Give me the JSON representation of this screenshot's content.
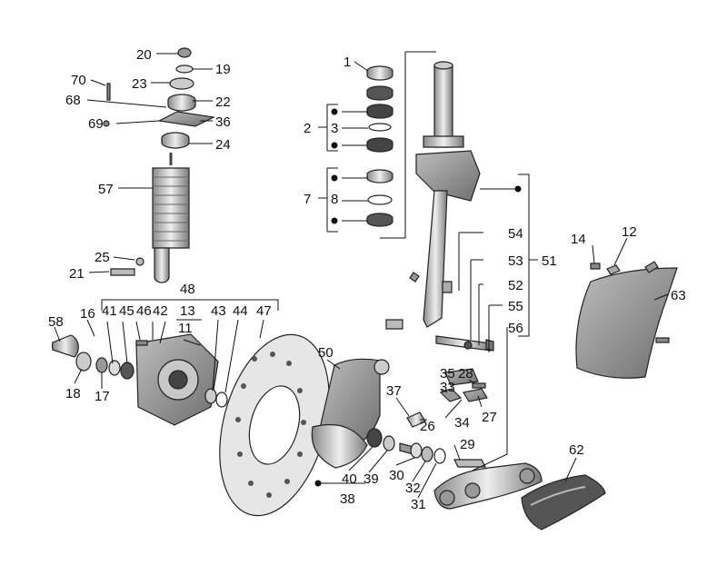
{
  "labels": {
    "l1": "1",
    "l2": "2",
    "l3": "3",
    "l7": "7",
    "l8": "8",
    "l11": "11",
    "l12": "12",
    "l13": "13",
    "l14": "14",
    "l16": "16",
    "l17": "17",
    "l18": "18",
    "l19": "19",
    "l20": "20",
    "l21": "21",
    "l22": "22",
    "l23": "23",
    "l24": "24",
    "l25": "25",
    "l26": "26",
    "l27": "27",
    "l28": "28",
    "l29": "29",
    "l30": "30",
    "l31": "31",
    "l32": "32",
    "l33": "33",
    "l34": "34",
    "l35": "35",
    "l36": "36",
    "l37": "37",
    "l38": "38",
    "l39": "39",
    "l40": "40",
    "l41": "41",
    "l42": "42",
    "l43": "43",
    "l44": "44",
    "l45": "45",
    "l46": "46",
    "l47": "47",
    "l48": "48",
    "l50": "50",
    "l51": "51",
    "l52": "52",
    "l53": "53",
    "l54": "54",
    "l55": "55",
    "l56": "56",
    "l57": "57",
    "l58": "58",
    "l62": "62",
    "l63": "63",
    "l68": "68",
    "l69": "69",
    "l70": "70"
  },
  "colors": {
    "ink": "#111111",
    "metal_light": "#d9d9d9",
    "metal_mid": "#a8a8a8",
    "metal_dark": "#555555"
  }
}
